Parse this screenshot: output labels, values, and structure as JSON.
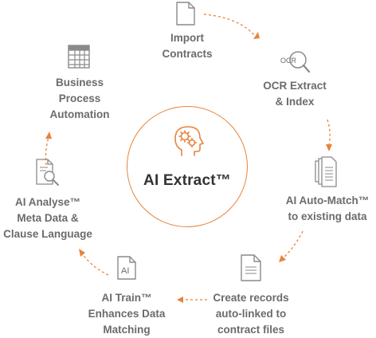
{
  "colors": {
    "accent": "#e8833a",
    "text": "#6b6b6b",
    "title": "#333333",
    "icon": "#8a8a8a"
  },
  "center": {
    "label": "AI Extract™",
    "icon": "head-gears-icon"
  },
  "steps": [
    {
      "label": "Import\nContracts",
      "icon": "document-icon"
    },
    {
      "label": "OCR Extract\n& Index",
      "icon": "ocr-search-icon",
      "icon_text": "OCR"
    },
    {
      "label": "AI Auto-Match™\nto existing data",
      "icon": "stacked-documents-icon"
    },
    {
      "label": "Create records\nauto-linked to\ncontract files",
      "icon": "document-lines-icon"
    },
    {
      "label": "AI Train™\nEnhances Data\nMatching",
      "icon": "ai-document-icon",
      "icon_text": "AI"
    },
    {
      "label": "AI Analyse™\nMeta Data &\nClause Language",
      "icon": "document-magnifier-icon"
    },
    {
      "label": "Business\nProcess\nAutomation",
      "icon": "grid-table-icon"
    }
  ]
}
